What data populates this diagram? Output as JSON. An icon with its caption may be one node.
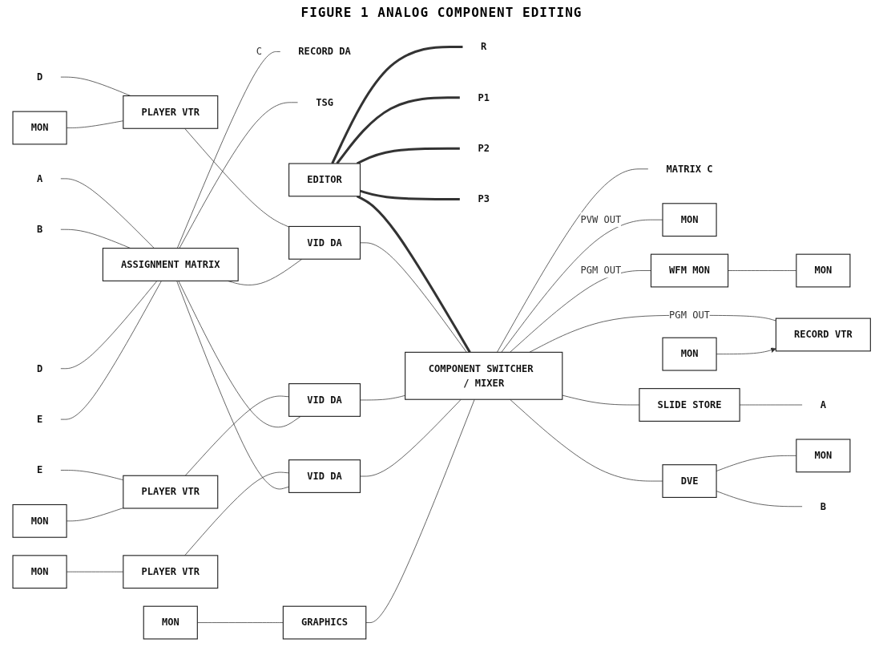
{
  "diagram": {
    "title": "FIGURE 1 ANALOG COMPONENT EDITING",
    "nodes": [
      {
        "text": [
          "RECORD DA"
        ]
      },
      {
        "text": [
          "TSG"
        ]
      },
      {
        "text": [
          "A"
        ]
      },
      {
        "text": [
          "B"
        ]
      },
      {
        "text": [
          "D"
        ]
      },
      {
        "text": [
          "E"
        ]
      },
      {
        "text": [
          "ASSIGNMENT MATRIX"
        ]
      },
      {
        "text": [
          "EDITOR"
        ]
      },
      {
        "text": [
          "R"
        ]
      },
      {
        "text": [
          "P1"
        ]
      },
      {
        "text": [
          "P2"
        ]
      },
      {
        "text": [
          "P3"
        ]
      },
      {
        "text": [
          "D"
        ]
      },
      {
        "text": [
          "MATRIX C"
        ]
      },
      {
        "text": [
          "MON"
        ]
      },
      {
        "text": [
          "PLAYER VTR"
        ]
      },
      {
        "text": [
          "VID DA"
        ]
      },
      {
        "text": [
          "COMPONENT SWITCHER / MIXER"
        ]
      },
      {
        "text": [
          "MON"
        ]
      },
      {
        "text": [
          "E"
        ]
      },
      {
        "text": [
          "MON"
        ]
      },
      {
        "text": [
          "PLAYER VTR"
        ]
      },
      {
        "text": [
          "VID DA"
        ]
      },
      {
        "text": [
          "WFM MON"
        ]
      },
      {
        "text": [
          "MON"
        ]
      },
      {
        "text": [
          "MON"
        ]
      },
      {
        "text": [
          "PLAYER VTR"
        ]
      },
      {
        "text": [
          "VID DA"
        ]
      },
      {
        "text": [
          "RECORD VTR"
        ]
      },
      {
        "text": [
          "MON"
        ]
      },
      {
        "text": [
          "MON"
        ]
      },
      {
        "text": [
          "GRAPHICS"
        ]
      },
      {
        "text": [
          "SLIDE STORE"
        ]
      },
      {
        "text": [
          "DVE"
        ]
      },
      {
        "text": [
          "MON"
        ]
      },
      {
        "text": [
          "A"
        ]
      },
      {
        "text": [
          "B"
        ]
      }
    ],
    "edges": [
      {
        "from": 6,
        "to": 0,
        "arrow": "none",
        "label": "C"
      },
      {
        "from": 6,
        "to": 1,
        "arrow": "none"
      },
      {
        "from": 2,
        "to": 6,
        "arrow": "none"
      },
      {
        "from": 3,
        "to": 6,
        "arrow": "none"
      },
      {
        "from": 4,
        "to": 6,
        "arrow": "none"
      },
      {
        "from": 5,
        "to": 6,
        "arrow": "none"
      },
      {
        "from": 7,
        "to": 8,
        "arrow": "none",
        "style": "thick"
      },
      {
        "from": 7,
        "to": 9,
        "arrow": "none",
        "style": "thick"
      },
      {
        "from": 7,
        "to": 10,
        "arrow": "none",
        "style": "thick"
      },
      {
        "from": 7,
        "to": 11,
        "arrow": "none",
        "style": "thick"
      },
      {
        "from": 7,
        "to": 17,
        "arrow": "none",
        "style": "thick"
      },
      {
        "from": 12,
        "to": 15,
        "arrow": "none"
      },
      {
        "from": 17,
        "to": 13,
        "arrow": "none"
      },
      {
        "from": 14,
        "to": 15,
        "arrow": "none"
      },
      {
        "from": 15,
        "to": 16,
        "arrow": "none"
      },
      {
        "from": 16,
        "to": 17,
        "arrow": "none"
      },
      {
        "from": 6,
        "to": 16,
        "arrow": "none"
      },
      {
        "from": 17,
        "to": 18,
        "arrow": "none",
        "label": "PVW OUT"
      },
      {
        "from": 19,
        "to": 21,
        "arrow": "none"
      },
      {
        "from": 20,
        "to": 21,
        "arrow": "none"
      },
      {
        "from": 21,
        "to": 22,
        "arrow": "none"
      },
      {
        "from": 22,
        "to": 17,
        "arrow": "none"
      },
      {
        "from": 6,
        "to": 22,
        "arrow": "none"
      },
      {
        "from": 17,
        "to": 23,
        "arrow": "none",
        "label": "PGM OUT"
      },
      {
        "from": 23,
        "to": 24,
        "arrow": "none"
      },
      {
        "from": 25,
        "to": 26,
        "arrow": "none"
      },
      {
        "from": 26,
        "to": 27,
        "arrow": "none"
      },
      {
        "from": 27,
        "to": 17,
        "arrow": "none"
      },
      {
        "from": 6,
        "to": 27,
        "arrow": "none"
      },
      {
        "from": 17,
        "to": 28,
        "arrow": "none",
        "label": "PGM OUT"
      },
      {
        "from": 29,
        "to": 28,
        "arrow": "to"
      },
      {
        "from": 30,
        "to": 31,
        "arrow": "none"
      },
      {
        "from": 31,
        "to": 17,
        "arrow": "none"
      },
      {
        "from": 17,
        "to": 32,
        "arrow": "none"
      },
      {
        "from": 17,
        "to": 33,
        "arrow": "none"
      },
      {
        "from": 33,
        "to": 34,
        "arrow": "none"
      },
      {
        "from": 32,
        "to": 35,
        "arrow": "none"
      },
      {
        "from": 33,
        "to": 36,
        "arrow": "none"
      }
    ]
  }
}
